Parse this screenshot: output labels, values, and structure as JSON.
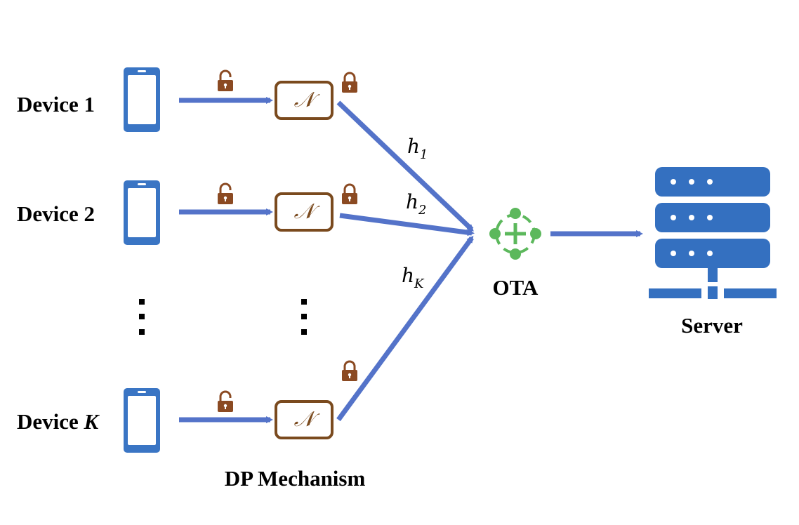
{
  "devices": [
    {
      "label": "Device 1"
    },
    {
      "label": "Device 2"
    },
    {
      "label_prefix": "Device ",
      "label_var": "K"
    }
  ],
  "noise_symbol": "𝒩",
  "channels": [
    {
      "base": "h",
      "sub": "1"
    },
    {
      "base": "h",
      "sub": "2"
    },
    {
      "base": "h",
      "sub": "K"
    }
  ],
  "ota_label": "OTA",
  "server_label": "Server",
  "dp_label": "DP Mechanism",
  "colors": {
    "device_blue": "#3a75c4",
    "arrow_blue": "#5473c9",
    "noise_brown": "#7a4a1e",
    "lock_brown": "#8b4a22",
    "ota_green": "#5cb85c",
    "server_blue": "#3470c0"
  },
  "icons": [
    "smartphone-icon",
    "unlocked-padlock-icon",
    "locked-padlock-icon",
    "ota-aggregation-icon",
    "server-rack-icon"
  ]
}
